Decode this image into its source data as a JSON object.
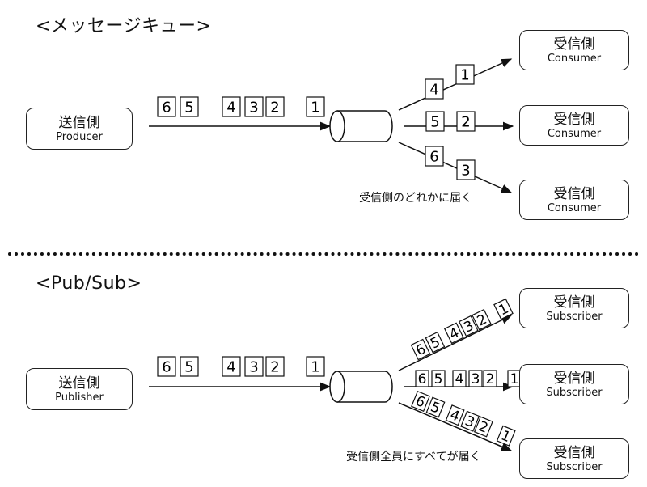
{
  "queue_section": {
    "title": "<メッセージキュー>",
    "producer": {
      "label": "送信側",
      "sublabel": "Producer"
    },
    "input_messages": [
      "6",
      "5",
      "4",
      "3",
      "2",
      "1"
    ],
    "consumers": [
      {
        "label": "受信側",
        "sublabel": "Consumer",
        "messages": [
          "4",
          "1"
        ]
      },
      {
        "label": "受信側",
        "sublabel": "Consumer",
        "messages": [
          "5",
          "2"
        ]
      },
      {
        "label": "受信側",
        "sublabel": "Consumer",
        "messages": [
          "6",
          "3"
        ]
      }
    ],
    "note": "受信側のどれかに届く"
  },
  "pubsub_section": {
    "title": "<Pub/Sub>",
    "publisher": {
      "label": "送信側",
      "sublabel": "Publisher"
    },
    "input_messages": [
      "6",
      "5",
      "4",
      "3",
      "2",
      "1"
    ],
    "subscribers": [
      {
        "label": "受信側",
        "sublabel": "Subscriber",
        "messages": [
          "6",
          "5",
          "4",
          "3",
          "2",
          "1"
        ]
      },
      {
        "label": "受信側",
        "sublabel": "Subscriber",
        "messages": [
          "6",
          "5",
          "4",
          "3",
          "2",
          "1"
        ]
      },
      {
        "label": "受信側",
        "sublabel": "Subscriber",
        "messages": [
          "6",
          "5",
          "4",
          "3",
          "2",
          "1"
        ]
      }
    ],
    "note": "受信側全員にすべてが届く"
  },
  "colors": {
    "stroke": "#111111",
    "background": "#ffffff"
  }
}
